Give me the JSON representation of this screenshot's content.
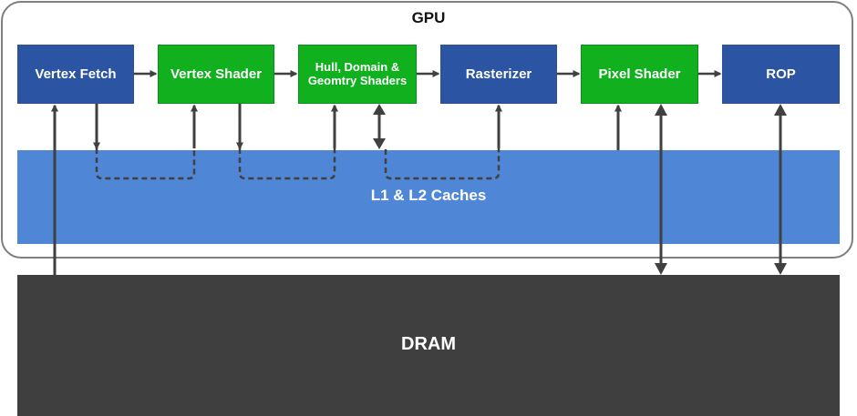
{
  "diagram": {
    "gpu_label": "GPU",
    "stages": [
      {
        "label": "Vertex Fetch",
        "color": "#2b55a3"
      },
      {
        "label": "Vertex Shader",
        "color": "#10b01f"
      },
      {
        "label": "Hull, Domain &\nGeomtry Shaders",
        "color": "#10b01f"
      },
      {
        "label": "Rasterizer",
        "color": "#2b55a3"
      },
      {
        "label": "Pixel Shader",
        "color": "#10b01f"
      },
      {
        "label": "ROP",
        "color": "#2b55a3"
      }
    ],
    "cache_label": "L1 & L2 Caches",
    "dram_label": "DRAM",
    "colors": {
      "stage_blue": "#2b55a3",
      "stage_green": "#10b01f",
      "cache": "#4f86d6",
      "dram": "#3f3f3f",
      "arrow": "#404040",
      "frame": "#7f7f7f"
    }
  }
}
